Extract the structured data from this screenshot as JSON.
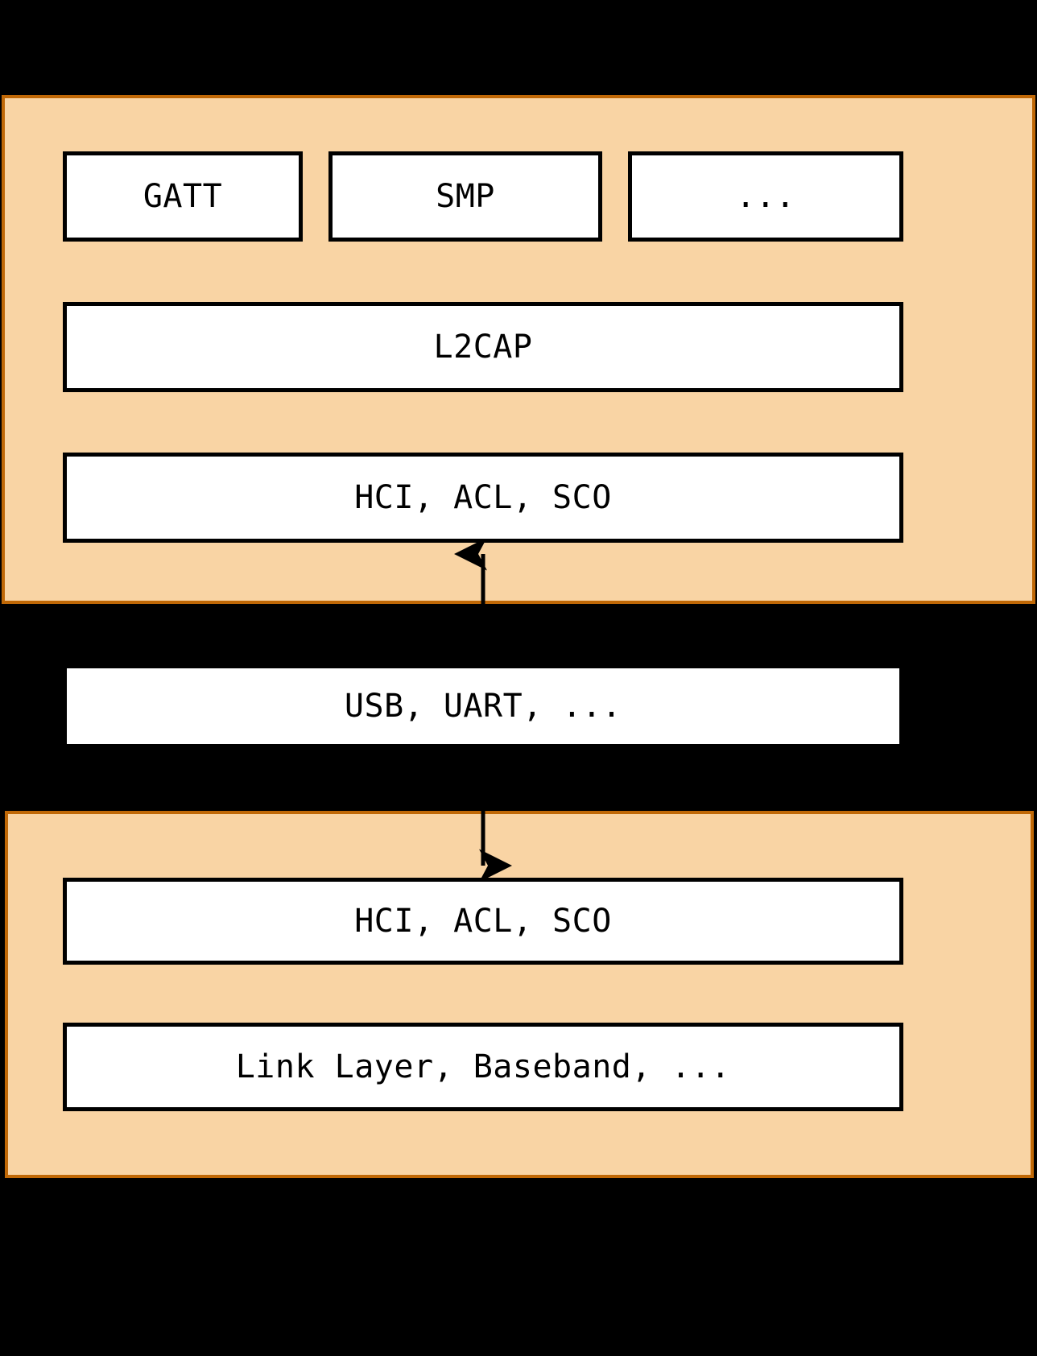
{
  "diagram": {
    "title": "Bluetooth host / controller stack",
    "background_color": "#000000",
    "panel_fill": "#f9d4a4",
    "panel_border": "#c06806",
    "node_fill": "#ffffff",
    "node_border": "#000000",
    "arrow_color": "#000000"
  },
  "panels": [
    {
      "id": "host",
      "label": ""
    },
    {
      "id": "controller",
      "label": ""
    }
  ],
  "nodes": {
    "gatt": "GATT",
    "smp": "SMP",
    "etc": "...",
    "l2cap": "L2CAP",
    "hci_host": "HCI, ACL, SCO",
    "transport": "USB, UART, ...",
    "hci_controller": "HCI, ACL, SCO",
    "link_layer": "Link Layer, Baseband, ..."
  },
  "arrows": [
    {
      "id": "up-arrow",
      "from": "transport",
      "to": "hci_host",
      "direction": "up"
    },
    {
      "id": "down-arrow",
      "from": "transport",
      "to": "hci_controller",
      "direction": "down"
    }
  ]
}
